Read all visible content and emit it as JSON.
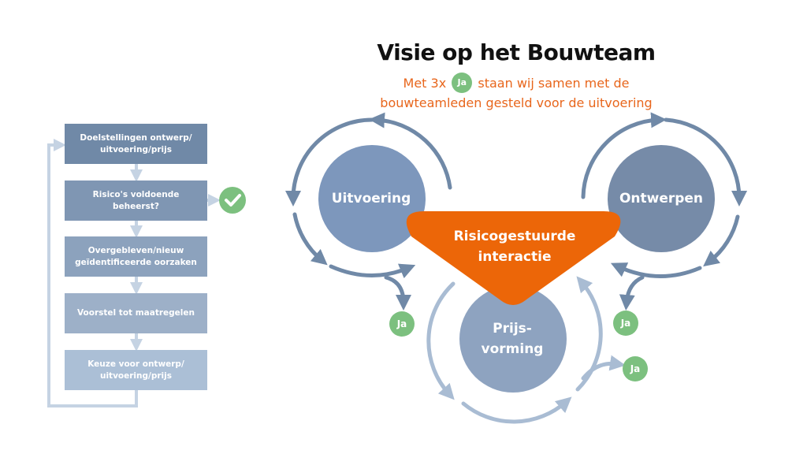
{
  "title": "Visie op het Bouwteam",
  "subtitle": {
    "before_badge": "Met 3x",
    "badge": "Ja",
    "after_badge": "staan wij samen met de bouwteamleden gesteld voor de uitvoering"
  },
  "flow": {
    "steps": [
      "Doelstellingen ontwerp/ uitvoering/prijs",
      "Risico's voldoende beheerst?",
      "Overgebleven/nieuw geïdentificeerde oorzaken",
      "Voorstel tot maatregelen",
      "Keuze voor ontwerp/ uitvoering/prijs"
    ],
    "colors": [
      "#7089a7",
      "#7f96b3",
      "#8ca2bd",
      "#9db0c8",
      "#abbfd6"
    ],
    "check_icon": "check-icon"
  },
  "cycle": {
    "uitvoering": "Uitvoering",
    "ontwerpen": "Ontwerpen",
    "prijsvorming": "Prijs- vorming",
    "center": "Risicogestuurde interactie",
    "ja_label": "Ja",
    "colors": {
      "uitvoering": "#7d97bc",
      "ontwerpen": "#768ba8",
      "prijsvorming": "#8ea3c0",
      "center": "#ec6608",
      "ja": "#7cc07f",
      "accent_text": "#e8661c"
    }
  }
}
